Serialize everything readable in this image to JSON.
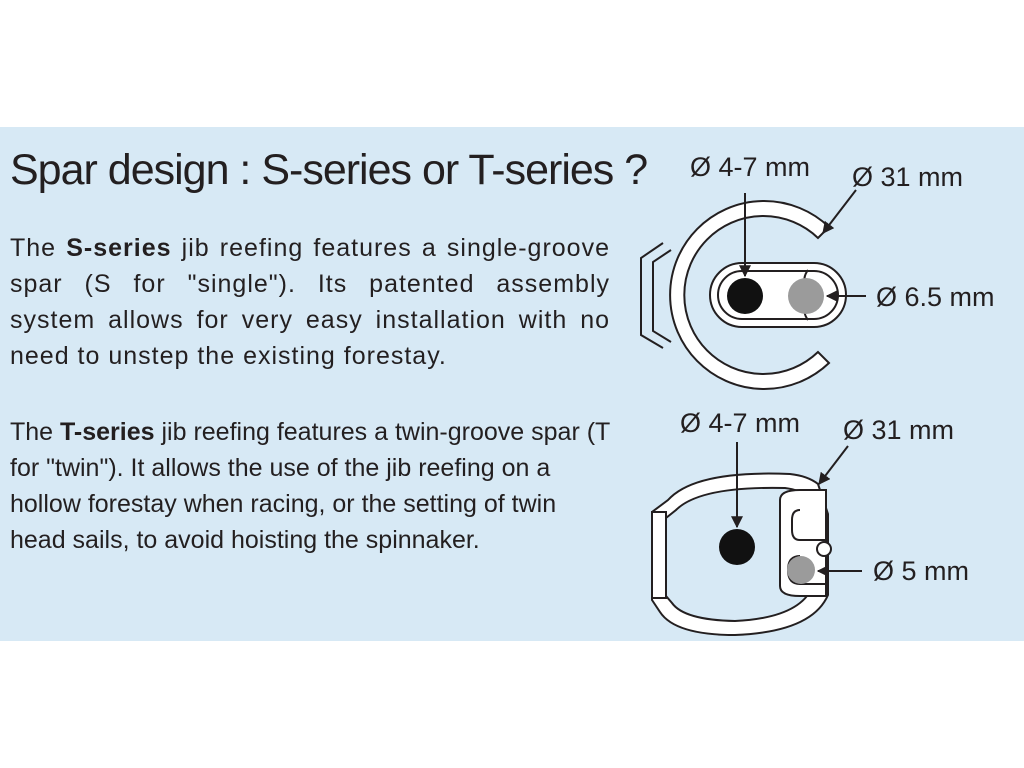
{
  "title": "Spar design : S-series or T-series ?",
  "s_series": {
    "intro": "The ",
    "name": "S-series",
    "body": " jib reefing features a single-groove spar (S for \"single\"). Its patented assembly system allows for very easy installation with no need to unstep the existing forestay."
  },
  "t_series": {
    "intro": "The ",
    "name": "T-series",
    "body": " jib reefing features a twin-groove spar (T for \"twin\"). It allows the use of the jib reefing on a hollow forestay when racing, or the setting of twin head sails, to avoid hoisting the spinnaker."
  },
  "s_diagram": {
    "forestay_label": "Ø 4-7 mm",
    "spar_label": "Ø 31 mm",
    "groove_label": "Ø 6.5 mm"
  },
  "t_diagram": {
    "forestay_label": "Ø 4-7 mm",
    "spar_label": "Ø 31 mm",
    "groove_label": "Ø 5 mm"
  },
  "colors": {
    "panel": "#d7e9f5",
    "text": "#231f20",
    "forestay": "#111111",
    "bolt_rope": "#9b9b9b"
  }
}
